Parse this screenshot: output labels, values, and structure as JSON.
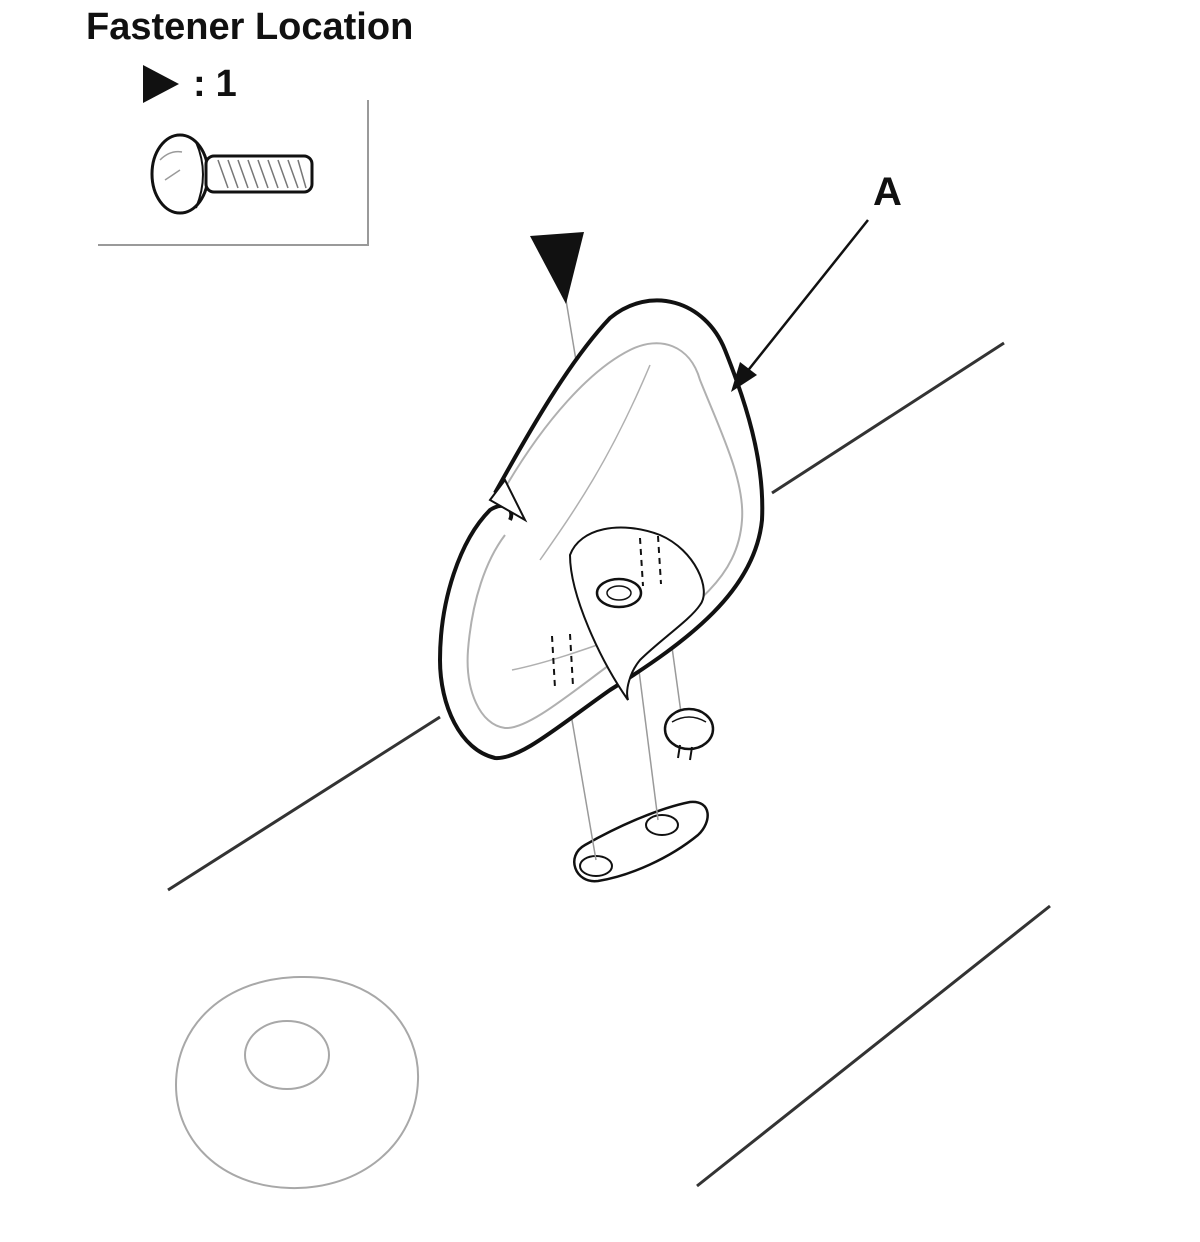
{
  "title": "Fastener Location",
  "legend": {
    "symbol": "triangle-marker",
    "separator": ":",
    "count": "1"
  },
  "callout_label": "A",
  "colors": {
    "ink": "#111111",
    "light_line": "#9a9a9a",
    "background": "#ffffff"
  }
}
